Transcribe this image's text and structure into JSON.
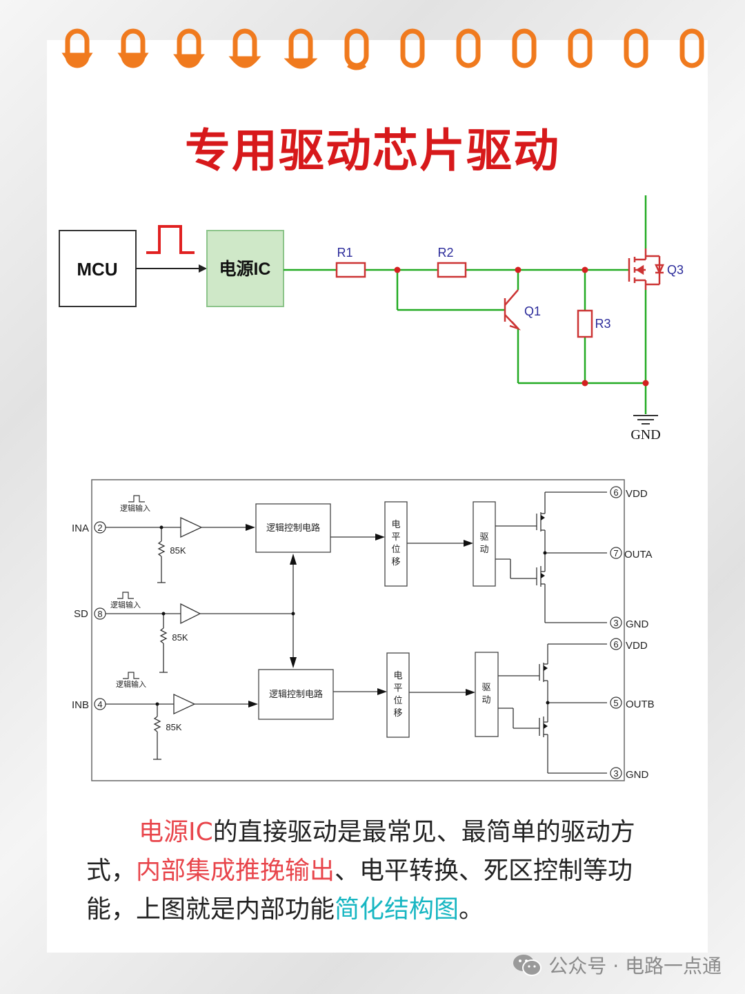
{
  "title": "专用驱动芯片驱动",
  "circuit": {
    "mcu_label": "MCU",
    "ic_label": "电源IC",
    "r1": "R1",
    "r2": "R2",
    "r3": "R3",
    "q1": "Q1",
    "q3": "Q3",
    "gnd": "GND"
  },
  "block": {
    "logic_input": "逻辑输入",
    "logic_ctrl": "逻辑控制电路",
    "level_shift": "电平位移",
    "drive": "驱动",
    "res": "85K",
    "pins": {
      "ina": "INA",
      "sd": "SD",
      "inb": "INB",
      "vdd": "VDD",
      "outa": "OUTA",
      "outb": "OUTB",
      "gnd": "GND"
    },
    "pin_numbers": {
      "ina": "2",
      "sd": "8",
      "inb": "4",
      "vdd_a": "6",
      "outa": "7",
      "gnd_a": "3",
      "vdd_b": "6",
      "outb": "5",
      "gnd_b": "3"
    }
  },
  "paragraph": {
    "p1_red": "电源IC",
    "p1": "的直接驱动是最常见、最简单的驱动方式，",
    "p2_red": "内部集成推挽输出",
    "p2": "、电平转换、死区控制等功能，上图就是内部功能",
    "p3_cyan": "简化结构图",
    "p3": "。"
  },
  "footer": "公众号 · 电路一点通",
  "colors": {
    "title": "#d7191b",
    "wire": "#22aa22",
    "resistor": "#cc3333",
    "accent_red": "#e8454b",
    "accent_cyan": "#17b6c2",
    "ring": "#f07a1e",
    "ic_fill": "#cfe8c8"
  },
  "icons": [
    "wechat-icon",
    "pulse-icon",
    "ground-icon",
    "binder-ring-icon"
  ]
}
